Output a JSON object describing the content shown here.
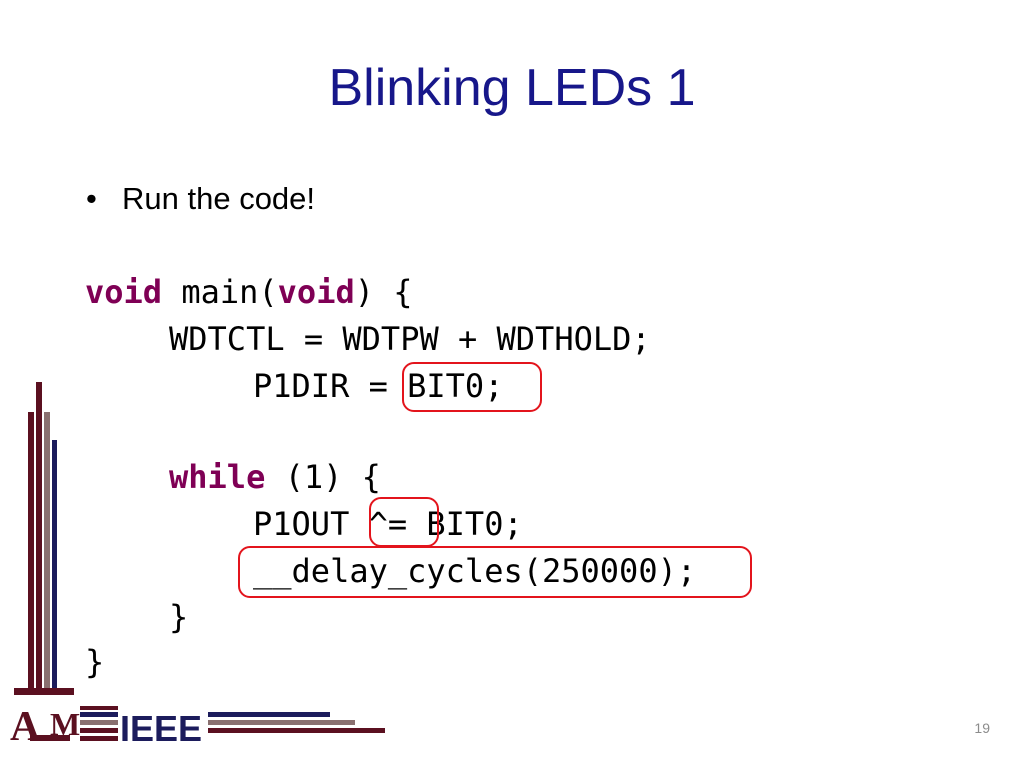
{
  "slide": {
    "title": "Blinking LEDs 1",
    "bullet": "Run the code!",
    "page_number": "19"
  },
  "code": {
    "l1_kw1": "void",
    "l1_mid": " main(",
    "l1_kw2": "void",
    "l1_end": ") {",
    "l2": "WDTCTL = WDTPW + WDTHOLD;",
    "l3": "P1DIR = BIT0;",
    "l5_kw": "while",
    "l5_rest": " (1) {",
    "l6": "P1OUT ^= BIT0;",
    "l7": "__delay_cycles(250000);",
    "l8": "}",
    "l9": "}"
  },
  "logo": {
    "a": "A",
    "m": "M",
    "ieee": "IEEE"
  },
  "colors": {
    "title": "#17178a",
    "keyword": "#7f0055",
    "highlight": "#e3141c",
    "maroon": "#5b1020",
    "navy": "#1c1c5c",
    "gray": "#8a7070"
  }
}
